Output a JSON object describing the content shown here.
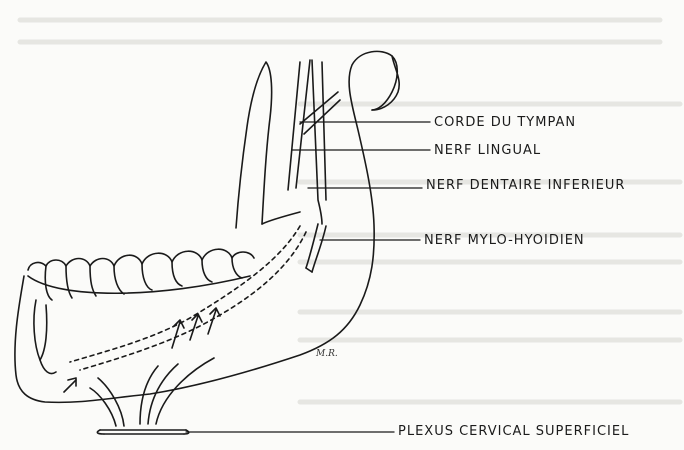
{
  "figure": {
    "labels": {
      "corde_du_tympan": "CORDE DU TYMPAN",
      "nerf_lingual": "NERF LINGUAL",
      "nerf_dentaire_inferieur": "NERF DENTAIRE INFERIEUR",
      "nerf_mylo_hyoidien": "NERF MYLO-HYOIDIEN",
      "plexus_cervical_superficiel": "PLEXUS CERVICAL SUPERFICIEL"
    },
    "artist_signature": "M.R."
  }
}
